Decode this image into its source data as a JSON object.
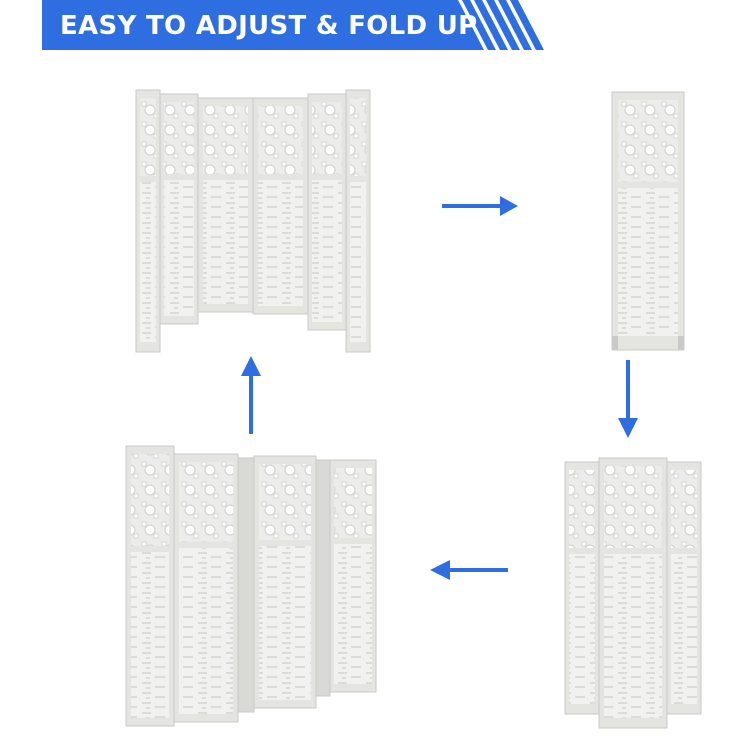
{
  "banner": {
    "headline": "EASY TO ADJUST & FOLD UP",
    "color": "#2f6ee0"
  },
  "illustrations": [
    {
      "name": "six-panel-screen-curved",
      "description_hidden": true
    },
    {
      "name": "screen-fully-folded"
    },
    {
      "name": "three-panel-screen-zigzag"
    },
    {
      "name": "six-panel-screen-zigzag"
    }
  ],
  "arrows": {
    "color": "#2f6ee0",
    "directions": [
      "right",
      "down",
      "left",
      "up"
    ]
  },
  "panel_colors": {
    "wood": "#f1f1ef",
    "frame": "#e4e4e1",
    "shadow": "#c9c9c6",
    "cutout": "#ffffff"
  }
}
